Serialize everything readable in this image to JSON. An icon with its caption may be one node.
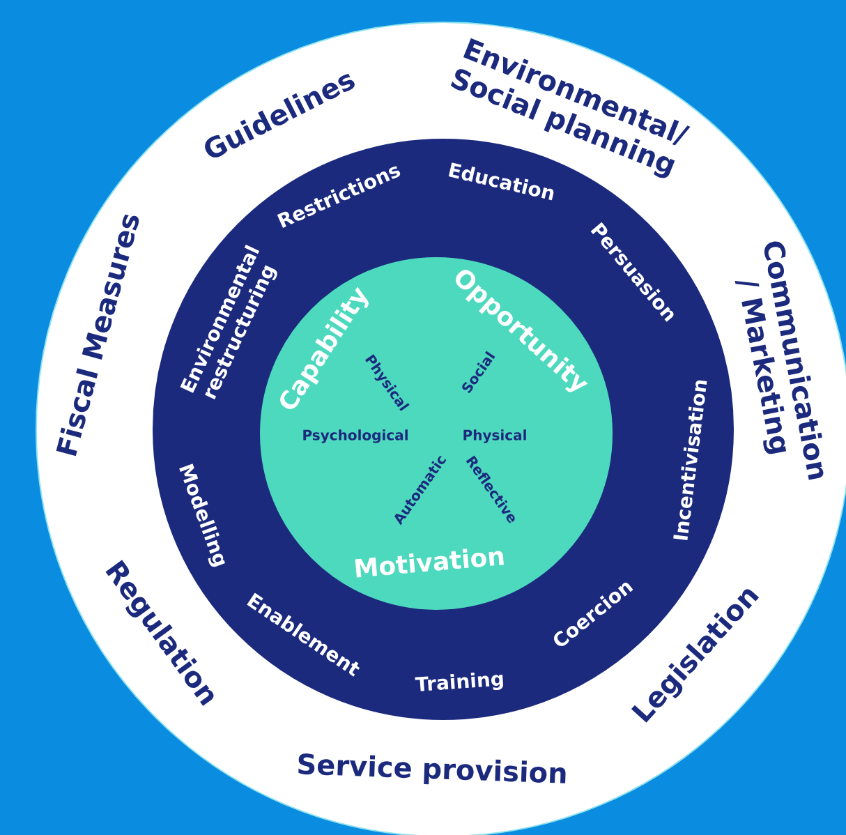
{
  "diagram": {
    "nodes": [
      {
        "text": [
          "Guidelines",
          "Environmental/ Social planning",
          "Communication / Marketing",
          "Legislation",
          "Service provision",
          "Regulation",
          "Fiscal Measures"
        ]
      },
      {
        "text": [
          "Restrictions",
          "Education",
          "Persuasion",
          "Incentivisation",
          "Coercion",
          "Training",
          "Enablement",
          "Modelling",
          "Environmental restructuring"
        ],
        "in": 0
      },
      {
        "text": [
          "Capability",
          "Opportunity",
          "Motivation",
          "Physical",
          "Psychological",
          "Social",
          "Physical",
          "Automatic",
          "Reflective"
        ],
        "in": 1
      }
    ]
  }
}
